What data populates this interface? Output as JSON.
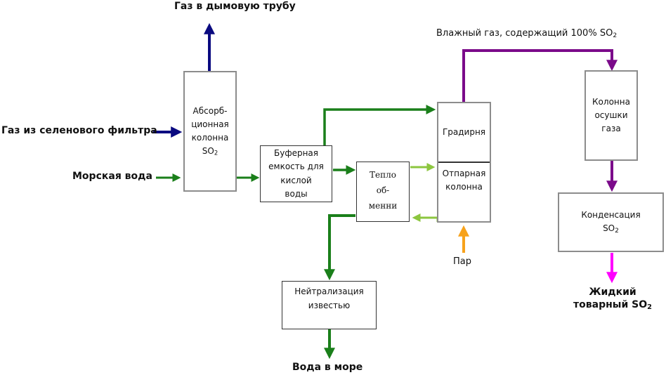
{
  "title": "Схема получения жидкого товарного SO2",
  "inputs": {
    "gas_from_selenium_filter": "Газ из селенового фильтра",
    "sea_water": "Морская вода",
    "steam": "Пар"
  },
  "outputs": {
    "gas_to_stack": "Газ в дымовую трубу",
    "wet_gas": "Влажный газ, содержащий 100% SO",
    "wet_gas_sub": "2",
    "water_to_sea": "Вода в море",
    "liquid_so2_line1": "Жидкий",
    "liquid_so2_line2": "товарный SO",
    "liquid_so2_sub": "2"
  },
  "units": {
    "absorber": {
      "l1": "Абсорб-",
      "l2": "ционная",
      "l3": "колонна",
      "l4": "SO",
      "l4_sub": "2"
    },
    "buffer": {
      "l1": "Буферная",
      "l2": "емкость для",
      "l3": "кислой",
      "l4": "воды"
    },
    "heat_exchanger": {
      "l1": "Тепло",
      "l2": "об-",
      "l3": "менни"
    },
    "cooling_tower": "Градирня",
    "stripper": {
      "l1": "Отпарная",
      "l2": "колонна"
    },
    "dryer": {
      "l1": "Колонна",
      "l2": "осушки",
      "l3": "газа"
    },
    "condenser": {
      "l1": "Конденсация",
      "l2": "SO",
      "l2_sub": "2"
    },
    "neutralization": {
      "l1": "Нейтрализация",
      "l2": "известью"
    }
  },
  "colors": {
    "gas_stream": "#0a0a80",
    "water_stream": "#1a7f1a",
    "light_water_stream": "#8cc63f",
    "so2_gas_stream": "#7b0a8a",
    "steam_stream": "#f7a21b",
    "liquid_so2_stream": "#ff00ff"
  }
}
